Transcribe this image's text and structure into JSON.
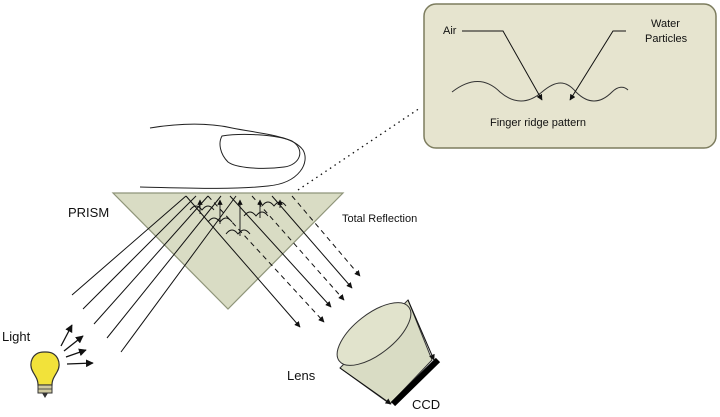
{
  "labels": {
    "prism": "PRISM",
    "total_reflection": "Total Reflection",
    "light": "Light",
    "lens": "Lens",
    "ccd": "CCD"
  },
  "inset": {
    "air": "Air",
    "water_line1": "Water",
    "water_line2": "Particles",
    "caption": "Finger ridge pattern"
  },
  "colors": {
    "prism_fill": "#d9dcc4",
    "prism_stroke": "#8f957a",
    "inset_fill": "#e6e4cf",
    "inset_stroke": "#7d7d5f",
    "lens_fill": "#d9dcc4",
    "bulb_yellow": "#f2e23a",
    "ink": "#111111",
    "ccd_bar": "#000000"
  },
  "icons": [
    "light-bulb-icon",
    "finger-icon"
  ]
}
